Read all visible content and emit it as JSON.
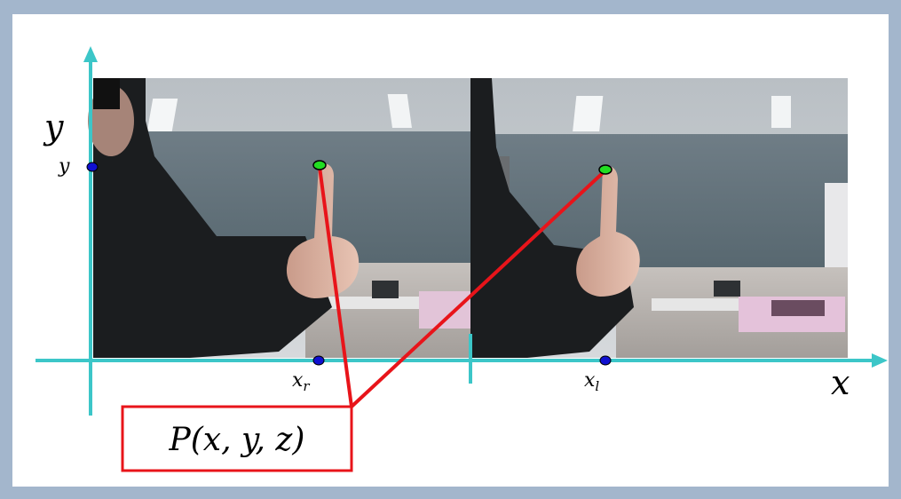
{
  "title": "",
  "diagram": {
    "y_axis_label": "y",
    "x_axis_label": "x",
    "y_point_label": "y",
    "x_right_label": "x",
    "x_right_sub": "r",
    "x_left_label": "x",
    "x_left_sub": "l",
    "point_box_text": "P(x, y, z)"
  },
  "colors": {
    "axis": "#3cc6c8",
    "link": "#e8141a",
    "marker_projection": "#1010d0",
    "marker_fingertip": "#22dd22",
    "frame": "#a3b6cc"
  }
}
